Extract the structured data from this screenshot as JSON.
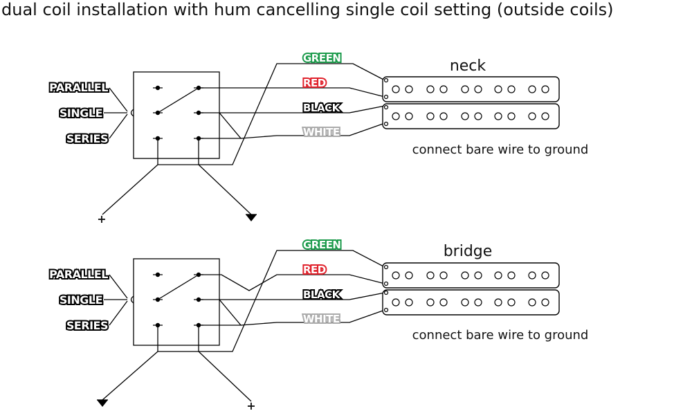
{
  "title": "dual coil installation with hum cancelling single coil setting (outside coils)",
  "switch_positions": [
    "PARALLEL",
    "SINGLE",
    "SERIES"
  ],
  "wires": [
    {
      "label": "GREEN",
      "color": "#1a9a4a"
    },
    {
      "label": "RED",
      "color": "#e0202a"
    },
    {
      "label": "BLACK",
      "color": "#000000"
    },
    {
      "label": "WHITE",
      "color": "#aaaaaa"
    }
  ],
  "sections": [
    {
      "pickup": "neck",
      "note": "connect bare wire to ground",
      "left_terminal": "+",
      "right_terminal": "ground"
    },
    {
      "pickup": "bridge",
      "note": "connect bare wire to ground",
      "left_terminal": "ground",
      "right_terminal": "+"
    }
  ],
  "plus_symbol": "+",
  "ground_icon": "ground-icon"
}
